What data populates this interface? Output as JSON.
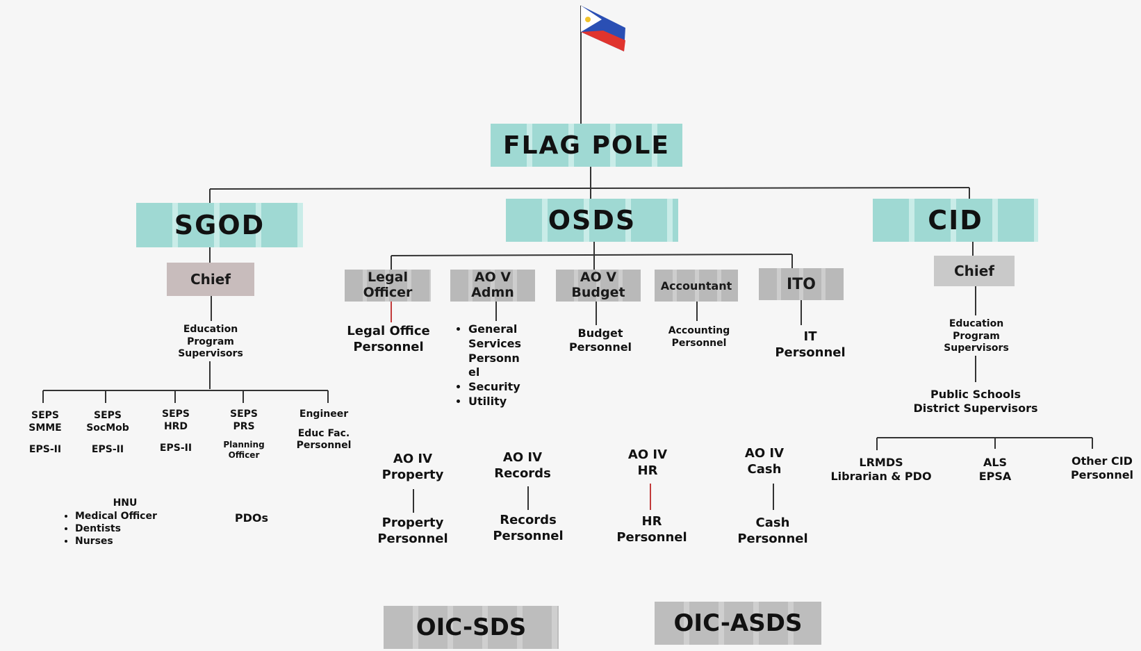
{
  "colors": {
    "teal": "#9fd9d3",
    "grey_box": "#b9b9b9",
    "chief_box": "#c8bcbc",
    "line": "#333333",
    "line_red": "#c23b3b",
    "flag_blue": "#2a4fb4",
    "flag_red": "#e0342e",
    "flag_white": "#ffffff",
    "flag_sun": "#f2c32a"
  },
  "root": {
    "label": "FLAG POLE"
  },
  "sgod": {
    "label": "SGOD",
    "chief": "Chief",
    "eps": [
      "Education",
      "Program",
      "Supervisors"
    ],
    "units": [
      {
        "line1": "SEPS",
        "line2": "SMME",
        "line3": "EPS-II"
      },
      {
        "line1": "SEPS",
        "line2": "SocMob",
        "line3": "EPS-II"
      },
      {
        "line1": "SEPS",
        "line2": "HRD",
        "line3": "EPS-II"
      },
      {
        "line1": "SEPS",
        "line2": "PRS",
        "line3": "Planning",
        "line4": "Officer"
      },
      {
        "line1": "Engineer",
        "line2": "Educ Fac.",
        "line3": "Personnel"
      }
    ],
    "hnu": {
      "title": "HNU",
      "items": [
        "Medical Officer",
        "Dentists",
        "Nurses"
      ]
    },
    "pdos": "PDOs"
  },
  "osds": {
    "label": "OSDS",
    "heads": [
      {
        "line1": "Legal",
        "line2": "Officer",
        "sub1": "Legal Office",
        "sub2": "Personnel"
      },
      {
        "line1": "AO V",
        "line2": "Admn"
      },
      {
        "line1": "AO V",
        "line2": "Budget",
        "sub1": "Budget",
        "sub2": "Personnel"
      },
      {
        "line1": "Accountant",
        "sub1": "Accounting",
        "sub2": "Personnel"
      },
      {
        "line1": "ITO",
        "sub1": "IT",
        "sub2": "Personnel"
      }
    ],
    "admin_list": [
      "General",
      "Services",
      "Personn",
      "el",
      "Security",
      "Utility"
    ],
    "ao4": [
      {
        "line1": "AO IV",
        "line2": "Property",
        "sub1": "Property",
        "sub2": "Personnel"
      },
      {
        "line1": "AO IV",
        "line2": "Records",
        "sub1": "Records",
        "sub2": "Personnel"
      },
      {
        "line1": "AO IV",
        "line2": "HR",
        "sub1": "HR",
        "sub2": "Personnel"
      },
      {
        "line1": "AO IV",
        "line2": "Cash",
        "sub1": "Cash",
        "sub2": "Personnel"
      }
    ]
  },
  "cid": {
    "label": "CID",
    "chief": "Chief",
    "eps": [
      "Education",
      "Program",
      "Supervisors"
    ],
    "psds": [
      "Public Schools",
      "District Supervisors"
    ],
    "units": [
      {
        "line1": "LRMDS",
        "line2": "Librarian & PDO"
      },
      {
        "line1": "ALS",
        "line2": "EPSA"
      },
      {
        "line1": "Other CID",
        "line2": "Personnel"
      }
    ]
  },
  "oic_sds": "OIC-SDS",
  "oic_asds": "OIC-ASDS"
}
